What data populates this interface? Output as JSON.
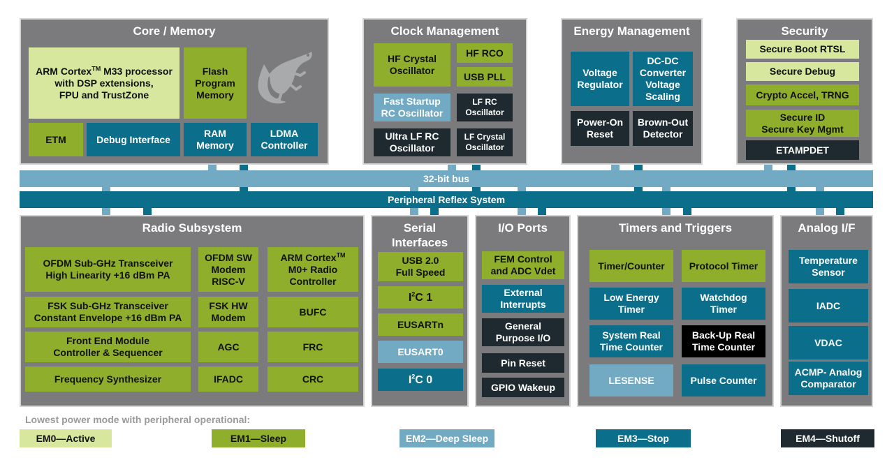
{
  "colors": {
    "em0": "#d7e79d",
    "em1": "#8fae2c",
    "em2": "#72a9c3",
    "em3": "#0b6e8b",
    "em4": "#1f2a30",
    "panel": "#7b7b7d"
  },
  "core": {
    "title": "Core / Memory",
    "arm_line1": "ARM Cortex",
    "arm_tm": "TM",
    "arm_line1b": " M33 processor",
    "arm_rest": "with DSP extensions,\nFPU and TrustZone",
    "flash": "Flash\nProgram\nMemory",
    "etm": "ETM",
    "debug": "Debug Interface",
    "ram": "RAM\nMemory",
    "ldma": "LDMA\nController",
    "logo_icon": "gecko-logo-icon"
  },
  "clock": {
    "title": "Clock Management",
    "hf_crystal": "HF Crystal\nOscillator",
    "hf_rco": "HF RCO",
    "usb_pll": "USB PLL",
    "fast_startup": "Fast Startup\nRC Oscillator",
    "lf_rc": "LF RC\nOscillator",
    "ultra_lf": "Ultra LF RC\nOscillator",
    "lf_crystal": "LF Crystal\nOscillator"
  },
  "energy": {
    "title": "Energy Management",
    "voltage_reg": "Voltage\nRegulator",
    "dcdc": "DC-DC\nConverter\nVoltage\nScaling",
    "por": "Power-On\nReset",
    "brownout": "Brown-Out\nDetector"
  },
  "security": {
    "title": "Security",
    "secure_boot": "Secure Boot RTSL",
    "secure_debug": "Secure Debug",
    "crypto": "Crypto Accel, TRNG",
    "secure_id": "Secure ID\nSecure Key Mgmt",
    "etampdet": "ETAMPDET"
  },
  "bus": {
    "label": "32-bit bus"
  },
  "prs": {
    "label": "Peripheral Reflex System"
  },
  "radio": {
    "title": "Radio Subsystem",
    "ofdm_trx": "OFDM Sub-GHz Transceiver\nHigh Linearity +16 dBm PA",
    "ofdm_sw": "OFDM SW\nModem\nRISC-V",
    "arm_m0_a": "ARM Cortex",
    "arm_m0_tm": "TM",
    "arm_m0_b": "M0+ Radio\nController",
    "fsk_trx": "FSK Sub-GHz Transceiver\nConstant Envelope +16 dBm PA",
    "fsk_hw": "FSK HW\nModem",
    "bufc": "BUFC",
    "fem": "Front End Module\nController & Sequencer",
    "agc": "AGC",
    "frc": "FRC",
    "synth": "Frequency Synthesizer",
    "ifadc": "IFADC",
    "crc": "CRC"
  },
  "serial": {
    "title": "Serial\nInterfaces",
    "usb": "USB 2.0\nFull Speed",
    "i2c1_a": "I",
    "i2c1_sup": "2",
    "i2c1_b": "C 1",
    "eusartn": "EUSARTn",
    "eusart0": "EUSART0",
    "i2c0_a": "I",
    "i2c0_sup": "2",
    "i2c0_b": "C 0"
  },
  "io": {
    "title": "I/O Ports",
    "fem_ctrl": "FEM Control\nand ADC Vdet",
    "ext_int": "External\nInterrupts",
    "gpio": "General\nPurpose I/O",
    "pin_reset": "Pin Reset",
    "gpio_wakeup": "GPIO Wakeup"
  },
  "timers": {
    "title": "Timers and Triggers",
    "timer_counter": "Timer/Counter",
    "protocol_timer": "Protocol Timer",
    "le_timer": "Low Energy\nTimer",
    "watchdog": "Watchdog\nTimer",
    "sysrtc": "System Real\nTime Counter",
    "backup_rtc": "Back-Up Real\nTime Counter",
    "lesense": "LESENSE",
    "pulse": "Pulse Counter"
  },
  "analog": {
    "title": "Analog I/F",
    "temp": "Temperature\nSensor",
    "iadc": "IADC",
    "vdac": "VDAC",
    "acmp": "ACMP- Analog\nComparator"
  },
  "legend": {
    "title": "Lowest power mode with peripheral operational:",
    "em0": "EM0—Active",
    "em1": "EM1—Sleep",
    "em2": "EM2—Deep Sleep",
    "em3": "EM3—Stop",
    "em4": "EM4—Shutoff"
  }
}
